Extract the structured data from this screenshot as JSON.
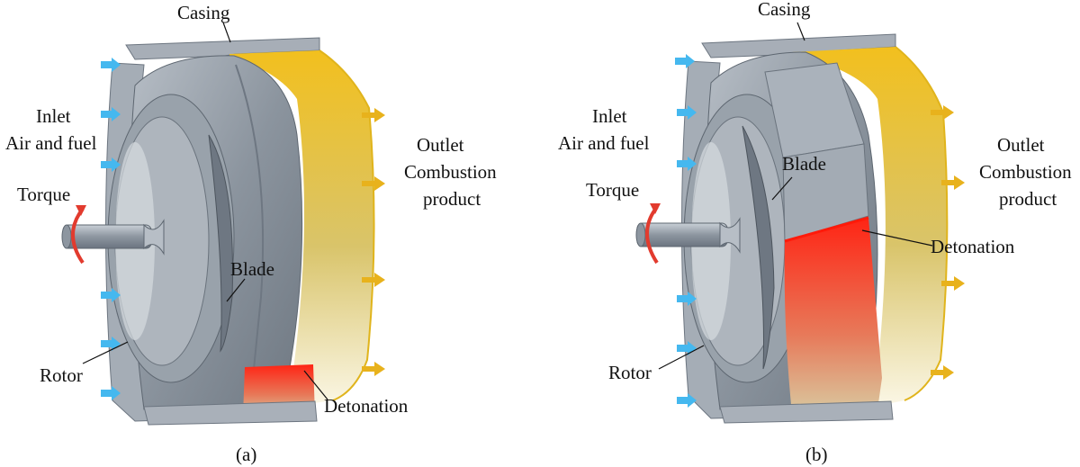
{
  "panels": [
    {
      "id": "a",
      "labels": {
        "casing": "Casing",
        "inlet": "Inlet",
        "inlet_sub": "Air and fuel",
        "outlet": "Outlet",
        "outlet_sub1": "Combustion",
        "outlet_sub2": "product",
        "torque": "Torque",
        "blade": "Blade",
        "rotor": "Rotor",
        "detonation": "Detonation"
      },
      "caption": "(a)"
    },
    {
      "id": "b",
      "labels": {
        "casing": "Casing",
        "inlet": "Inlet",
        "inlet_sub": "Air and fuel",
        "outlet": "Outlet",
        "outlet_sub1": "Combustion",
        "outlet_sub2": "product",
        "torque": "Torque",
        "blade": "Blade",
        "rotor": "Rotor",
        "detonation": "Detonation"
      },
      "caption": "(b)"
    }
  ],
  "colors": {
    "casing": "#9aa3ad",
    "rotor": "#8d96a0",
    "combustion": "#f0c419",
    "detonation": "#ff2a1a",
    "inlet_arrow": "#45b8ef",
    "outlet_arrow": "#e8b21c",
    "torque_arrow": "#e23b2e"
  }
}
